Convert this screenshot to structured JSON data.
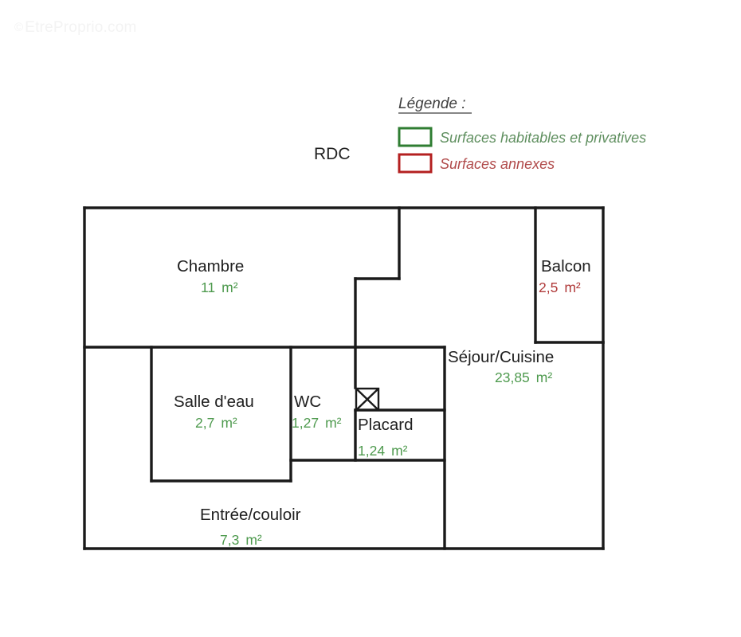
{
  "watermark": {
    "mark": "©",
    "text": "EtreProprio.com"
  },
  "floor": {
    "label": "RDC"
  },
  "legend": {
    "title": "Légende :",
    "items": [
      {
        "label": "Surfaces habitables et privatives",
        "color": "#2f7d32",
        "kind": "habitable"
      },
      {
        "label": "Surfaces annexes",
        "color": "#b42020",
        "kind": "annexe"
      }
    ]
  },
  "units": "m²",
  "rooms": [
    {
      "name": "Chambre",
      "area": "11",
      "unit": "m²",
      "kind": "habitable",
      "color": "#4e9a4e"
    },
    {
      "name": "Balcon",
      "area": "2,5",
      "unit": "m²",
      "kind": "annexe",
      "color": "#b03a3a"
    },
    {
      "name": "Séjour/Cuisine",
      "area": "23,85",
      "unit": "m²",
      "kind": "habitable",
      "color": "#4e9a4e"
    },
    {
      "name": "Salle d'eau",
      "area": "2,7",
      "unit": "m²",
      "kind": "habitable",
      "color": "#4e9a4e"
    },
    {
      "name": "WC",
      "area": "1,27",
      "unit": "m²",
      "kind": "habitable",
      "color": "#4e9a4e"
    },
    {
      "name": "Placard",
      "area": "1,24",
      "unit": "m²",
      "kind": "habitable",
      "color": "#4e9a4e"
    },
    {
      "name": "Entrée/couloir",
      "area": "7,3",
      "unit": "m²",
      "kind": "habitable",
      "color": "#4e9a4e"
    }
  ],
  "symbols": [
    {
      "name": "placard-door-crossed-square"
    }
  ]
}
